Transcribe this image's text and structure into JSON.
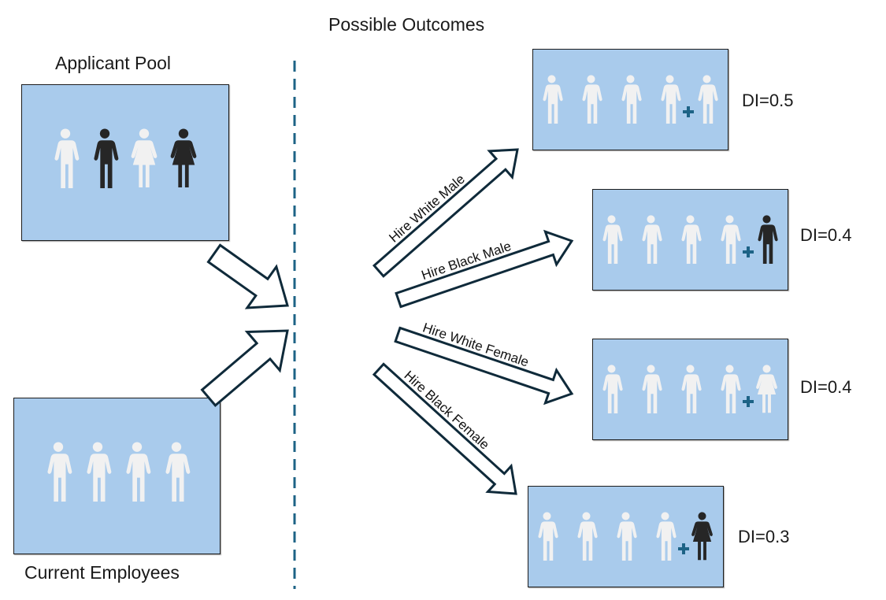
{
  "title": "Possible Outcomes",
  "colors": {
    "box_fill": "#a9cbec",
    "arrow_stroke": "#0f2a3a",
    "dashed_line": "#1d6386",
    "plus": "#1d6386",
    "white_person": "#f1f1f1",
    "black_person": "#262626"
  },
  "applicant_pool": {
    "label": "Applicant Pool",
    "people": [
      {
        "type": "male",
        "race": "white"
      },
      {
        "type": "male",
        "race": "black"
      },
      {
        "type": "female",
        "race": "white"
      },
      {
        "type": "female",
        "race": "black"
      }
    ]
  },
  "current_employees": {
    "label": "Current Employees",
    "people": [
      {
        "type": "male",
        "race": "white"
      },
      {
        "type": "male",
        "race": "white"
      },
      {
        "type": "male",
        "race": "white"
      },
      {
        "type": "male",
        "race": "white"
      }
    ]
  },
  "outcomes": [
    {
      "arrow_label": "Hire White Male",
      "di": "DI=0.5",
      "hire": {
        "type": "male",
        "race": "white"
      }
    },
    {
      "arrow_label": "Hire Black Male",
      "di": "DI=0.4",
      "hire": {
        "type": "male",
        "race": "black"
      }
    },
    {
      "arrow_label": "Hire White Female",
      "di": "DI=0.4",
      "hire": {
        "type": "female",
        "race": "white"
      }
    },
    {
      "arrow_label": "Hire Black Female",
      "di": "DI=0.3",
      "hire": {
        "type": "female",
        "race": "black"
      }
    }
  ],
  "icons": {
    "person_male": "male-person-icon",
    "person_female": "female-person-icon",
    "plus": "plus-icon"
  }
}
